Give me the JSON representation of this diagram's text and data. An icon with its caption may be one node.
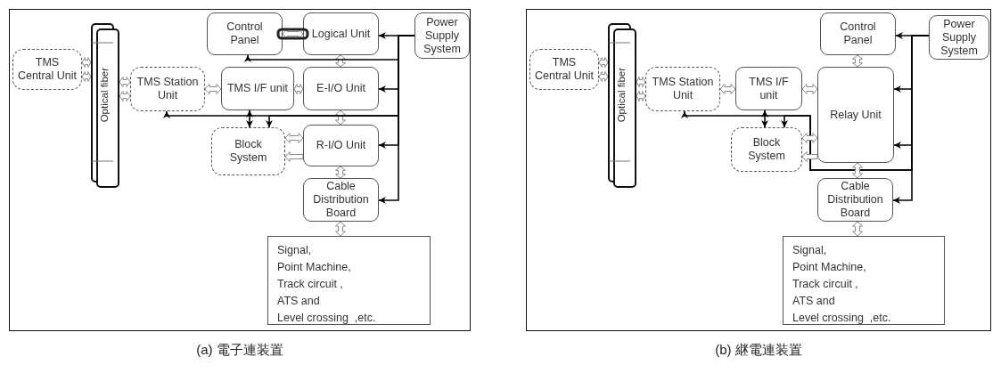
{
  "diagram": {
    "nodes": [
      {
        "text": [],
        "shape": "box"
      },
      {
        "text": [
          "Control Panel"
        ],
        "in": 0
      },
      {
        "text": [
          "Logical Unit"
        ],
        "in": 0
      },
      {
        "text": [
          "Power Supply System"
        ],
        "in": 0
      },
      {
        "text": [
          "TMS Central Unit"
        ],
        "in": 0
      },
      {
        "text": [
          "Optical fiber"
        ],
        "in": 0
      },
      {
        "text": [
          "TMS Station Unit"
        ],
        "in": 0
      },
      {
        "text": [
          "TMS I/F unit"
        ],
        "in": 0
      },
      {
        "text": [
          "E-I/O Unit"
        ],
        "in": 0
      },
      {
        "text": [
          "Block System"
        ],
        "in": 0
      },
      {
        "text": [
          "R-I/O Unit"
        ],
        "in": 0
      },
      {
        "text": [
          "Cable Distribution Board"
        ],
        "in": 0
      },
      {
        "text": [
          "Signal,",
          "Point Machine,",
          "Track circuit ,",
          "ATS and",
          "Level crossing  ,etc."
        ],
        "in": 0
      },
      {
        "text": [],
        "shape": "box"
      },
      {
        "text": [
          "Control Panel"
        ],
        "in": 13
      },
      {
        "text": [
          "Power Supply System"
        ],
        "in": 13
      },
      {
        "text": [
          "TMS Central Unit"
        ],
        "in": 13
      },
      {
        "text": [
          "Optical fiber"
        ],
        "in": 13
      },
      {
        "text": [
          "TMS Station Unit"
        ],
        "in": 13
      },
      {
        "text": [
          "TMS I/F unit"
        ],
        "in": 13
      },
      {
        "text": [
          "Relay Unit"
        ],
        "in": 13
      },
      {
        "text": [
          "Block System"
        ],
        "in": 13
      },
      {
        "text": [
          "Cable Distribution Board"
        ],
        "in": 13
      },
      {
        "text": [
          "Signal,",
          "Point Machine,",
          "Track circuit ,",
          "ATS and",
          "Level crossing  ,etc."
        ],
        "in": 13
      }
    ],
    "edges": [
      {
        "from": 1,
        "to": 2,
        "arrow": "both"
      },
      {
        "from": 2,
        "to": 8,
        "arrow": "both"
      },
      {
        "from": 8,
        "to": 10,
        "arrow": "both"
      },
      {
        "from": 10,
        "to": 11,
        "arrow": "both"
      },
      {
        "from": 11,
        "to": 12,
        "arrow": "both"
      },
      {
        "from": 7,
        "to": 8,
        "arrow": "both"
      },
      {
        "from": 6,
        "to": 7,
        "arrow": "both"
      },
      {
        "from": 5,
        "to": 4,
        "arrow": "both"
      },
      {
        "from": 5,
        "to": 4,
        "arrow": "both"
      },
      {
        "from": 5,
        "to": 6,
        "arrow": "both"
      },
      {
        "from": 5,
        "to": 6,
        "arrow": "both"
      },
      {
        "from": 10,
        "to": 9,
        "arrow": "both"
      },
      {
        "from": 10,
        "to": 9,
        "arrow": "to"
      },
      {
        "from": 7,
        "to": 9,
        "arrow": "both",
        "color": "#000000"
      },
      {
        "from": 3,
        "to": 2,
        "arrow": "to",
        "color": "#000000"
      },
      {
        "from": 3,
        "to": 8,
        "arrow": "to",
        "color": "#000000"
      },
      {
        "from": 3,
        "to": 10,
        "arrow": "to",
        "color": "#000000"
      },
      {
        "from": 3,
        "to": 11,
        "arrow": "to",
        "color": "#000000"
      },
      {
        "from": 3,
        "to": 1,
        "arrow": "to",
        "color": "#000000"
      },
      {
        "from": 3,
        "to": 6,
        "arrow": "to",
        "color": "#000000"
      },
      {
        "from": 3,
        "to": 9,
        "arrow": "to",
        "color": "#000000"
      },
      {
        "from": 14,
        "to": 20,
        "arrow": "both"
      },
      {
        "from": 15,
        "to": 14,
        "arrow": "to",
        "color": "#000000"
      },
      {
        "from": 15,
        "to": 20,
        "arrow": "to",
        "color": "#000000"
      },
      {
        "from": 15,
        "to": 20,
        "arrow": "to",
        "color": "#000000"
      },
      {
        "from": 15,
        "to": 22,
        "arrow": "to",
        "color": "#000000"
      },
      {
        "from": 15,
        "to": 18,
        "arrow": "to",
        "color": "#000000"
      },
      {
        "from": 15,
        "to": 21,
        "arrow": "to",
        "color": "#000000"
      },
      {
        "from": 19,
        "to": 21,
        "arrow": "both",
        "color": "#000000"
      },
      {
        "from": 19,
        "to": 20,
        "arrow": "both"
      },
      {
        "from": 18,
        "to": 19,
        "arrow": "both"
      },
      {
        "from": 17,
        "to": 16,
        "arrow": "both"
      },
      {
        "from": 17,
        "to": 16,
        "arrow": "both"
      },
      {
        "from": 17,
        "to": 18,
        "arrow": "both"
      },
      {
        "from": 17,
        "to": 18,
        "arrow": "both"
      },
      {
        "from": 20,
        "to": 21,
        "arrow": "both"
      },
      {
        "from": 20,
        "to": 21,
        "arrow": "to"
      },
      {
        "from": 20,
        "to": 22,
        "arrow": "both"
      },
      {
        "from": 22,
        "to": 23,
        "arrow": "both"
      }
    ],
    "labels": [
      "(a) 電子連装置",
      "(b) 継電連装置"
    ]
  }
}
